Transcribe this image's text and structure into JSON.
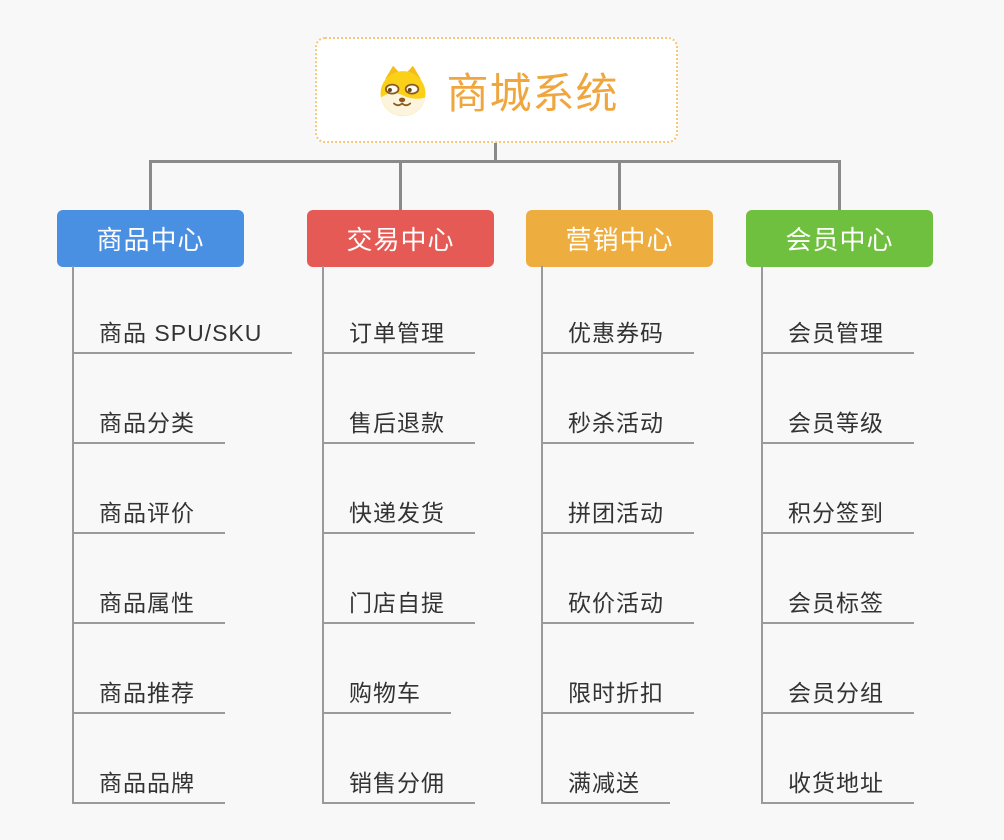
{
  "root": {
    "title": "商城系统",
    "icon": "doge-icon"
  },
  "branches": [
    {
      "label": "商品中心",
      "color": "#4a90e2",
      "items": [
        "商品 SPU/SKU",
        "商品分类",
        "商品评价",
        "商品属性",
        "商品推荐",
        "商品品牌"
      ]
    },
    {
      "label": "交易中心",
      "color": "#e65a55",
      "items": [
        "订单管理",
        "售后退款",
        "快递发货",
        "门店自提",
        "购物车",
        "销售分佣"
      ]
    },
    {
      "label": "营销中心",
      "color": "#eeae3f",
      "items": [
        "优惠券码",
        "秒杀活动",
        "拼团活动",
        "砍价活动",
        "限时折扣",
        "满减送"
      ]
    },
    {
      "label": "会员中心",
      "color": "#70c040",
      "items": [
        "会员管理",
        "会员等级",
        "积分签到",
        "会员标签",
        "会员分组",
        "收货地址"
      ]
    }
  ],
  "colors": {
    "background": "#f8f8f8",
    "connector": "#8a8a8a",
    "underline": "#9a9a9a",
    "root_title": "#f0a63e",
    "root_border": "#f5c879",
    "item_text": "#333333"
  }
}
